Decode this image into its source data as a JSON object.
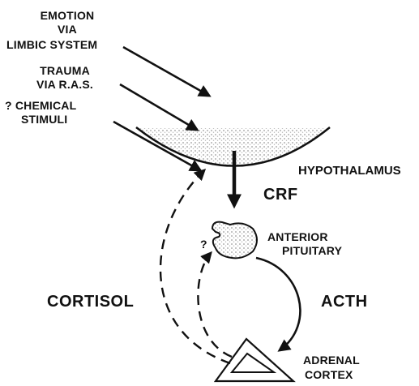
{
  "inputs": {
    "emotion": [
      "EMOTION",
      "VIA",
      "LIMBIC SYSTEM"
    ],
    "trauma": [
      "TRAUMA",
      "VIA R.A.S."
    ],
    "chemical": [
      "? CHEMICAL",
      "STIMULI"
    ]
  },
  "structures": {
    "hypothalamus": "HYPOTHALAMUS",
    "anterior_pituitary": [
      "ANTERIOR",
      "PITUITARY"
    ],
    "adrenal_cortex": [
      "ADRENAL",
      "CORTEX"
    ]
  },
  "hormones": {
    "crf": "CRF",
    "acth": "ACTH",
    "cortisol": "CORTISOL"
  },
  "question_mark": "?",
  "colors": {
    "ink": "#111111",
    "background": "#ffffff",
    "stipple": "#bdbdbd"
  }
}
